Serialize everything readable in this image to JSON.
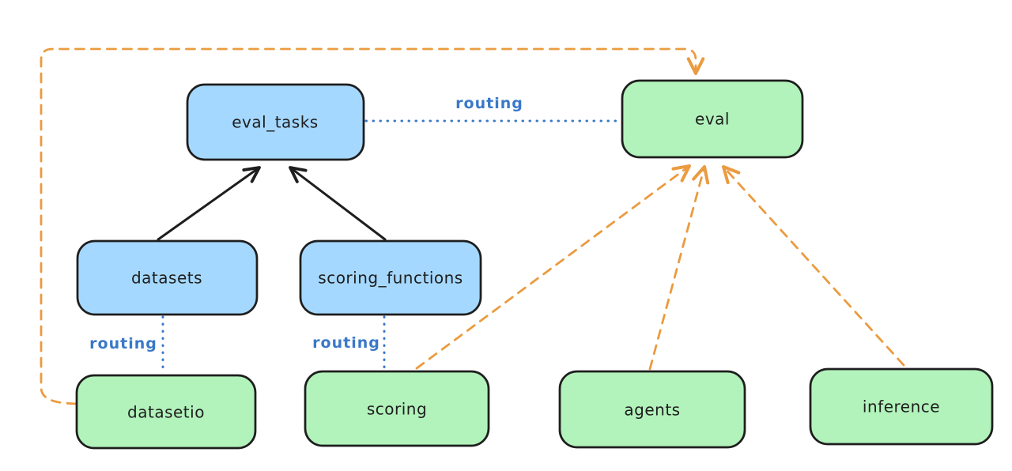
{
  "diagram": {
    "background": "#ffffff",
    "colors": {
      "node_stroke": "#1e1e1e",
      "blue_node_fill": "#a5d8ff",
      "green_node_fill": "#b2f2bb",
      "routing_blue": "#3a78c8",
      "arrow_black": "#1e1e1e",
      "arrow_orange": "#eb9b40"
    },
    "nodes": [
      {
        "id": "eval_tasks",
        "label": "eval_tasks",
        "color": "blue"
      },
      {
        "id": "eval",
        "label": "eval",
        "color": "green"
      },
      {
        "id": "datasets",
        "label": "datasets",
        "color": "blue"
      },
      {
        "id": "scoring_functions",
        "label": "scoring_functions",
        "color": "blue"
      },
      {
        "id": "datasetio",
        "label": "datasetio",
        "color": "green"
      },
      {
        "id": "scoring",
        "label": "scoring",
        "color": "green"
      },
      {
        "id": "agents",
        "label": "agents",
        "color": "green"
      },
      {
        "id": "inference",
        "label": "inference",
        "color": "green"
      }
    ],
    "edges": [
      {
        "from": "datasets",
        "to": "eval_tasks",
        "style": "solid-black-arrow",
        "label": ""
      },
      {
        "from": "scoring_functions",
        "to": "eval_tasks",
        "style": "solid-black-arrow",
        "label": ""
      },
      {
        "from": "eval_tasks",
        "to": "eval",
        "style": "dotted-blue",
        "label": "routing"
      },
      {
        "from": "datasets",
        "to": "datasetio",
        "style": "dotted-blue",
        "label": "routing"
      },
      {
        "from": "scoring_functions",
        "to": "scoring",
        "style": "dotted-blue",
        "label": "routing"
      },
      {
        "from": "datasetio",
        "to": "eval",
        "style": "dashed-orange-arrow",
        "label": ""
      },
      {
        "from": "scoring",
        "to": "eval",
        "style": "dashed-orange-arrow",
        "label": ""
      },
      {
        "from": "agents",
        "to": "eval",
        "style": "dashed-orange-arrow",
        "label": ""
      },
      {
        "from": "inference",
        "to": "eval",
        "style": "dashed-orange-arrow",
        "label": ""
      }
    ]
  }
}
